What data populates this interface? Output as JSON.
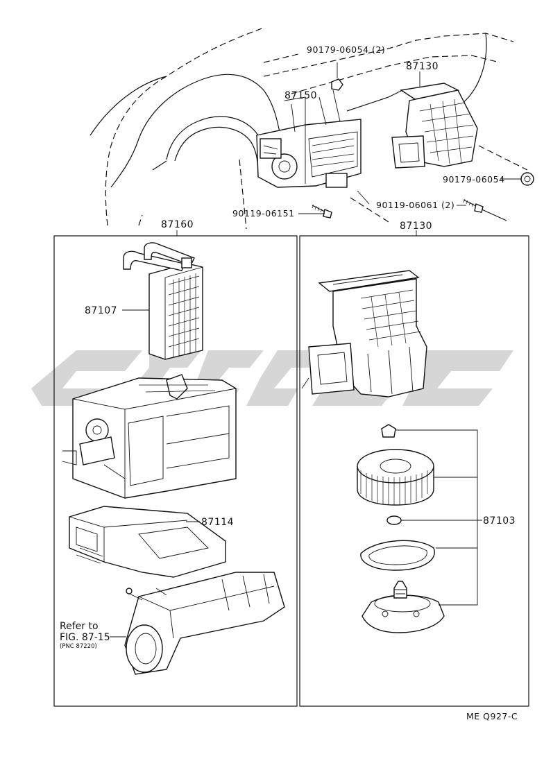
{
  "labels": {
    "bolt_top": "90179-06054 (2)",
    "case_top": "87150",
    "blower_top": "87130",
    "bolt_left": "90119-06151",
    "bolt_mid": "90119-06061 (2)",
    "bolt_right": "90179-06054",
    "left_group": "87160",
    "right_group": "87130",
    "heater_core": "87107",
    "duct": "87114",
    "blower_motor": "87103",
    "refer_line1": "Refer to",
    "refer_line2": "FIG. 87-15",
    "refer_line3": "(PNC 87220)",
    "code": "ME  Q927-C"
  }
}
